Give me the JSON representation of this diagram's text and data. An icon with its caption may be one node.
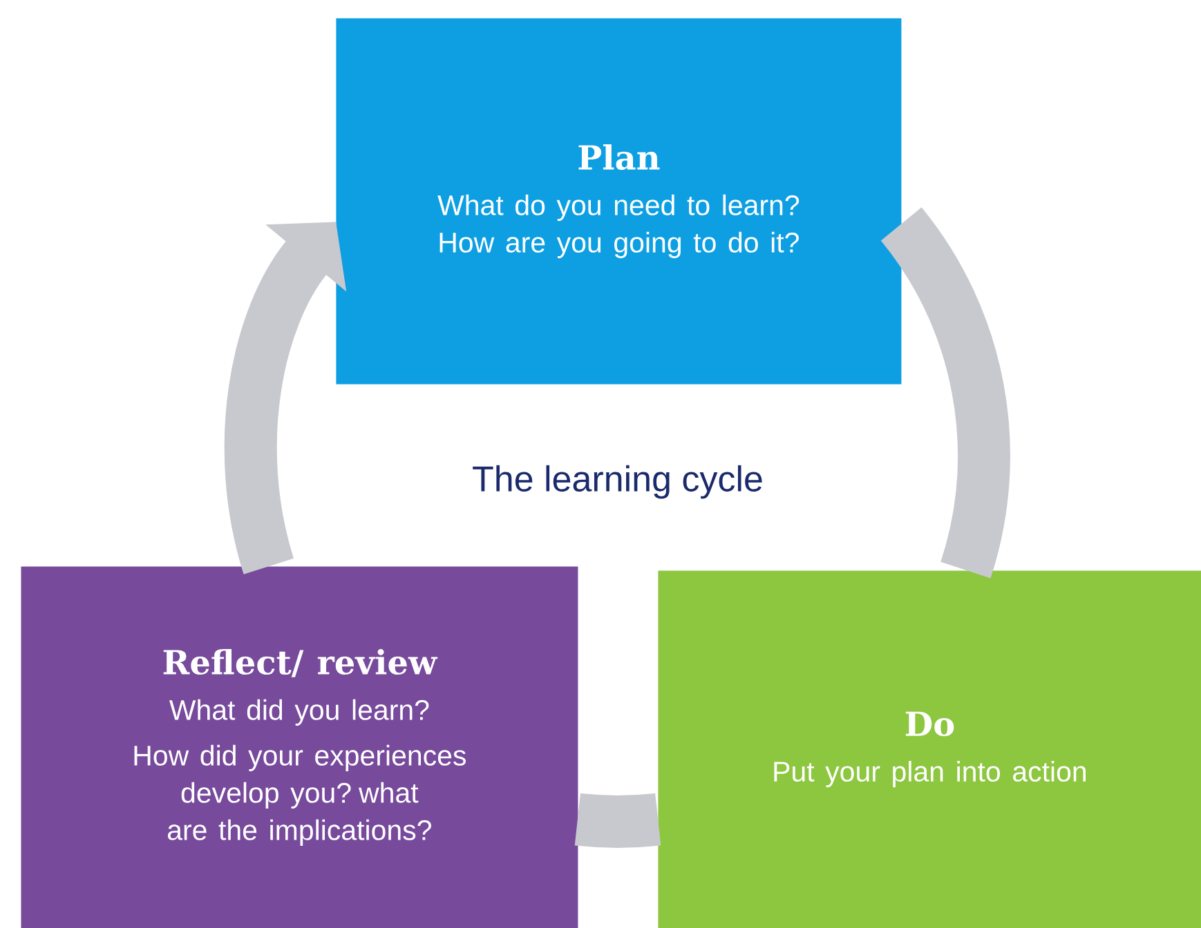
{
  "diagram": {
    "title": "The learning cycle",
    "nodes": [
      {
        "text": [
          "Plan",
          "What do you need to learn? How are you going to do it?"
        ]
      },
      {
        "text": [
          "Reflect/ review",
          "What did you learn?",
          "How did your experiences develop you? what are the implications?"
        ]
      },
      {
        "text": [
          "Do",
          "Put your plan into action"
        ]
      }
    ],
    "edges": [
      {
        "from": 1,
        "to": 0,
        "arrow": "to"
      },
      {
        "from": 0,
        "to": 2,
        "arrow": "none"
      },
      {
        "from": 2,
        "to": 1,
        "arrow": "none"
      }
    ]
  }
}
